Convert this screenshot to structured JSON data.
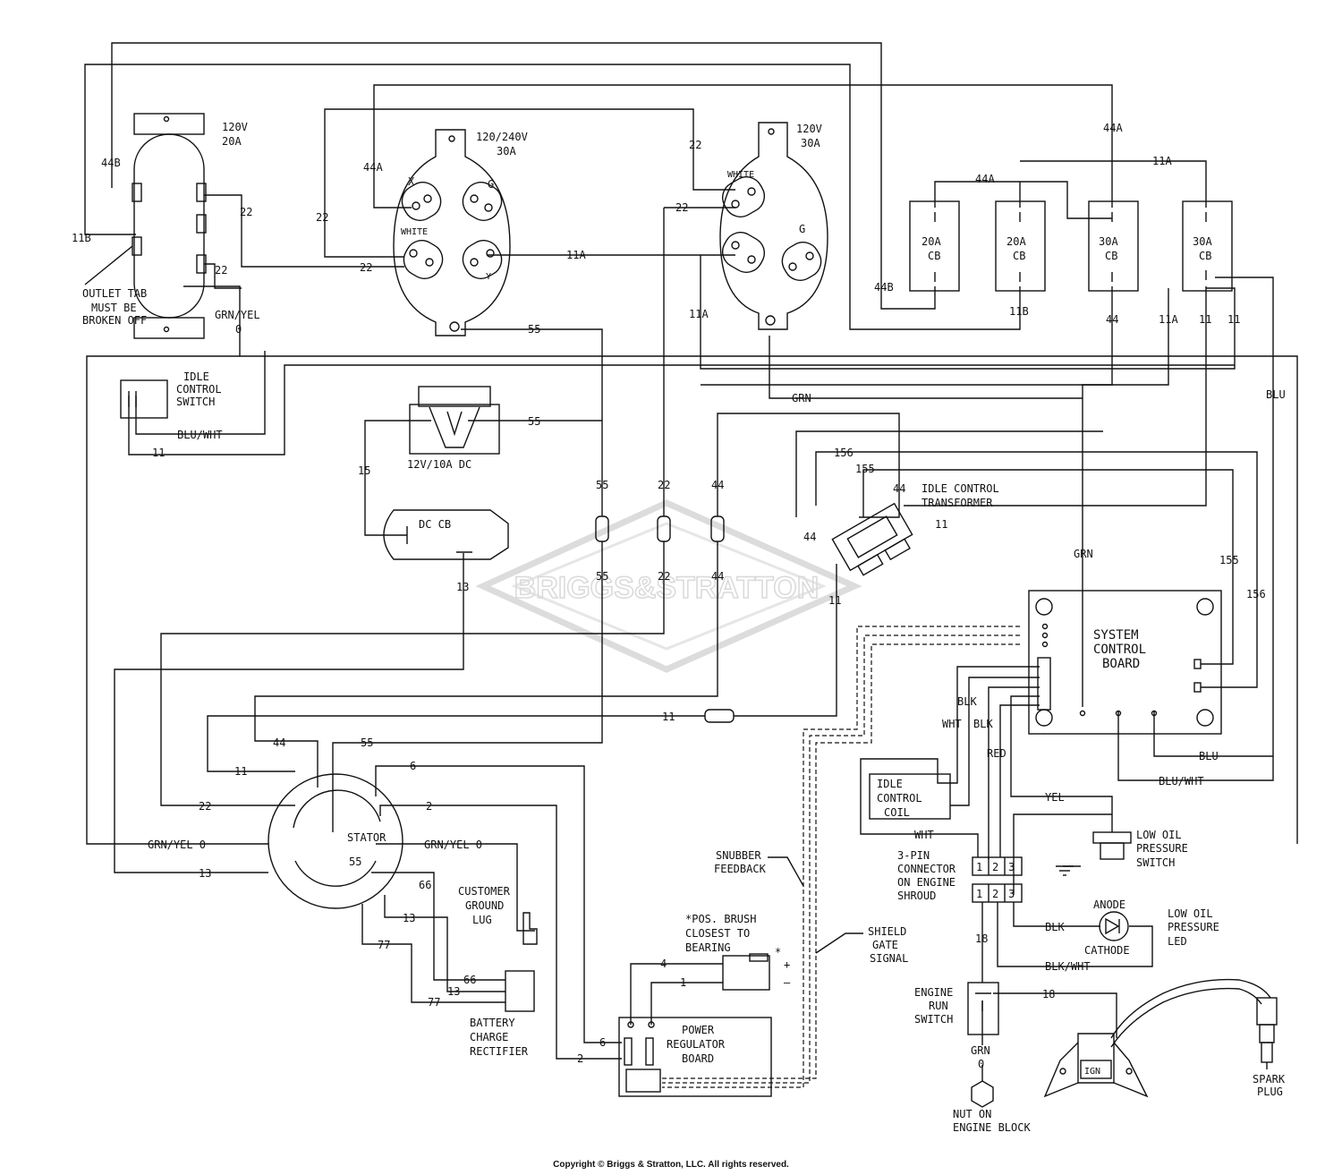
{
  "watermark": "BRIGGS&STRATTON",
  "copyright": "Copyright © Briggs & Stratton, LLC. All rights reserved.",
  "components": {
    "outlet_120v_20a": {
      "rating": "120V",
      "amps": "20A"
    },
    "outlet_120_240v_30a": {
      "rating": "120/240V",
      "amps": "30A",
      "x": "X",
      "y": "Y",
      "g": "G",
      "white": "WHITE"
    },
    "outlet_120v_30a": {
      "rating": "120V",
      "amps": "30A",
      "white": "WHITE",
      "g": "G"
    },
    "outlet_tab_note": [
      "OUTLET TAB",
      "MUST BE",
      "BROKEN OFF"
    ],
    "breakers": [
      {
        "amps": "20A",
        "label": "CB"
      },
      {
        "amps": "20A",
        "label": "CB"
      },
      {
        "amps": "30A",
        "label": "CB"
      },
      {
        "amps": "30A",
        "label": "CB"
      }
    ],
    "idle_control_switch": [
      "IDLE",
      "CONTROL",
      "SWITCH"
    ],
    "dc_receptacle": "12V/10A DC",
    "dc_cb": "DC CB",
    "idle_control_transformer": [
      "IDLE CONTROL",
      "TRANSFORMER"
    ],
    "system_control_board": [
      "SYSTEM",
      "CONTROL",
      "BOARD"
    ],
    "stator": "STATOR",
    "customer_ground_lug": [
      "CUSTOMER",
      "GROUND",
      "LUG"
    ],
    "battery_charge_rectifier": [
      "BATTERY",
      "CHARGE",
      "RECTIFIER"
    ],
    "pos_brush_note": [
      "*POS. BRUSH",
      "CLOSEST TO",
      "BEARING"
    ],
    "brush_symbols": {
      "star": "*",
      "plus": "+",
      "minus": "–"
    },
    "power_regulator_board": [
      "POWER",
      "REGULATOR",
      "BOARD"
    ],
    "snubber_feedback": [
      "SNUBBER",
      "FEEDBACK"
    ],
    "shield_gate_signal": [
      "SHIELD",
      "GATE",
      "SIGNAL"
    ],
    "idle_control_coil": [
      "IDLE",
      "CONTROL",
      "COIL"
    ],
    "connector_3pin": [
      "3-PIN",
      "CONNECTOR",
      "ON ENGINE",
      "SHROUD"
    ],
    "pin_numbers": [
      "1",
      "2",
      "3"
    ],
    "low_oil_pressure_switch": [
      "LOW OIL",
      "PRESSURE",
      "SWITCH"
    ],
    "anode": "ANODE",
    "cathode": "CATHODE",
    "low_oil_pressure_led": [
      "LOW OIL",
      "PRESSURE",
      "LED"
    ],
    "engine_run_switch": [
      "ENGINE",
      "RUN",
      "SWITCH"
    ],
    "nut_on_engine_block": [
      "NUT ON",
      "ENGINE BLOCK"
    ],
    "spark_plug": [
      "SPARK",
      "PLUG"
    ],
    "ign": "IGN"
  },
  "wire_labels": {
    "w44B": "44B",
    "w11B": "11B",
    "w22": "22",
    "w44A": "44A",
    "w11A": "11A",
    "w55": "55",
    "w0": "0",
    "grnyel": "GRN/YEL",
    "grnyel0": "GRN/YEL 0",
    "w44": "44",
    "w11": "11",
    "w15": "15",
    "w13": "13",
    "w156": "156",
    "w155": "155",
    "grn": "GRN",
    "blu": "BLU",
    "bluwht": "BLU/WHT",
    "blk": "BLK",
    "wht": "WHT",
    "red": "RED",
    "yel": "YEL",
    "blkwht": "BLK/WHT",
    "w18": "18",
    "w6": "6",
    "w2": "2",
    "w66": "66",
    "w77": "77",
    "w4": "4",
    "w1": "1"
  }
}
